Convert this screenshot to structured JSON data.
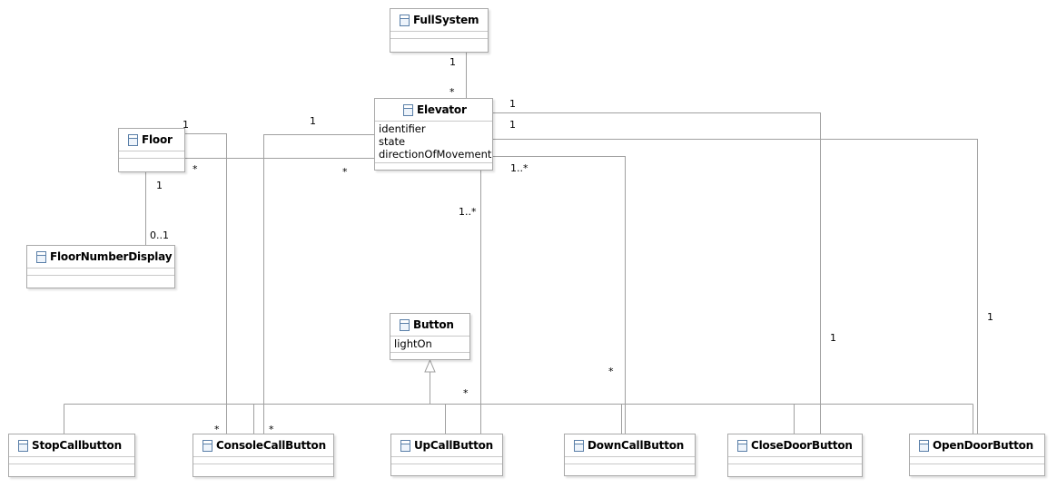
{
  "diagram": {
    "classes": {
      "fullsystem": {
        "name": "FullSystem",
        "attributes": []
      },
      "elevator": {
        "name": "Elevator",
        "attributes": [
          "identifier",
          "state",
          "directionOfMovement"
        ]
      },
      "floor": {
        "name": "Floor",
        "attributes": []
      },
      "floornumberdisplay": {
        "name": "FloorNumberDisplay",
        "attributes": []
      },
      "button": {
        "name": "Button",
        "attributes": [
          "lightOn"
        ]
      },
      "stopcallbutton": {
        "name": "StopCallbutton",
        "attributes": []
      },
      "consolecallbutton": {
        "name": "ConsoleCallButton",
        "attributes": []
      },
      "upcallbutton": {
        "name": "UpCallButton",
        "attributes": []
      },
      "downcallbutton": {
        "name": "DownCallButton",
        "attributes": []
      },
      "closedoorbutton": {
        "name": "CloseDoorButton",
        "attributes": []
      },
      "opendoorbutton": {
        "name": "OpenDoorButton",
        "attributes": []
      }
    },
    "associations": [
      {
        "from": "FullSystem",
        "to": "Elevator",
        "from_mult": "1",
        "to_mult": "*"
      },
      {
        "from": "Floor",
        "to": "FloorNumberDisplay",
        "from_mult": "1",
        "to_mult": "0..1"
      },
      {
        "from": "Floor",
        "to": "Elevator",
        "from_mult": "*",
        "to_mult": "*"
      },
      {
        "from": "Floor",
        "to": "ConsoleCallButton",
        "from_mult": "1",
        "to_mult": "*"
      },
      {
        "from": "Elevator",
        "to": "ConsoleCallButton",
        "from_mult": "1",
        "to_mult": "*"
      },
      {
        "from": "Elevator",
        "to": "UpCallButton",
        "from_mult": "1..*",
        "to_mult": "*"
      },
      {
        "from": "Elevator",
        "to": "DownCallButton",
        "from_mult": "1..*",
        "to_mult": "*"
      },
      {
        "from": "Elevator",
        "to": "CloseDoorButton",
        "from_mult": "1",
        "to_mult": "1"
      },
      {
        "from": "Elevator",
        "to": "OpenDoorButton",
        "from_mult": "1",
        "to_mult": "1"
      }
    ],
    "generalization": {
      "parent": "Button",
      "children": [
        "StopCallbutton",
        "ConsoleCallButton",
        "UpCallButton",
        "DownCallButton",
        "CloseDoorButton",
        "OpenDoorButton"
      ]
    }
  }
}
